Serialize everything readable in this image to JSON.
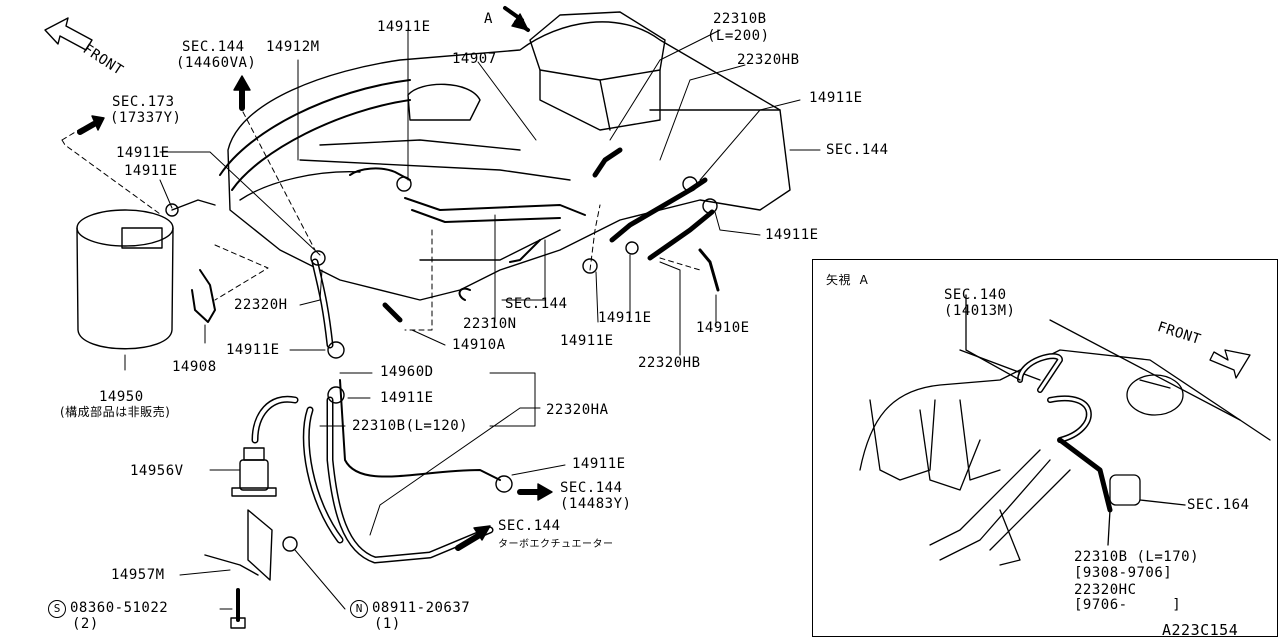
{
  "labels": {
    "front_main": "FRONT",
    "sec173": "SEC.173",
    "p17337y": "(17337Y)",
    "sec144_top": "SEC.144",
    "p14460va": "(14460VA)",
    "p14912m": "14912M",
    "p14911e_top": "14911E",
    "p14907": "14907",
    "a_arrow": "A",
    "p22310b_top": "22310B",
    "l200": "(L=200)",
    "p22320hb_top": "22320HB",
    "p14911e_r1": "14911E",
    "sec144_right": "SEC.144",
    "p14911e_r2": "14911E",
    "p14911e_left1": "14911E",
    "p14911e_left2": "14911E",
    "p22320h": "22320H",
    "p14908": "14908",
    "p14950": "14950",
    "note_14950": "(構成部品は非販売)",
    "sec144_mid": "SEC.144",
    "p22310n": "22310N",
    "p14910a": "14910A",
    "p14911e_mid1": "14911E",
    "p14911e_mid2": "14911E",
    "p14910e": "14910E",
    "p22320hb_mid": "22320HB",
    "p14911e_low": "14911E",
    "p14960d": "14960D",
    "p14911e_low2": "14911E",
    "p22310b_120": "22310B(L=120)",
    "p22320ha": "22320HA",
    "p14956v": "14956V",
    "p14911e_low3": "14911E",
    "sec144_14483y": "SEC.144",
    "p14483y": "(14483Y)",
    "sec144_turbo": "SEC.144",
    "turbo_note": "ターボエクチュエーター",
    "p14957m": "14957M",
    "bolt_s": "S",
    "bolt_num": "08360-51022",
    "bolt_qty": "(2)",
    "nut_n": "N",
    "nut_num": "08911-20637",
    "nut_qty": "(1)",
    "inset_view": "矢視  A",
    "inset_sec140": "SEC.140",
    "inset_14013m": "(14013M)",
    "inset_front": "FRONT",
    "inset_sec164": "SEC.164",
    "inset_22310b": "22310B (L=170)",
    "inset_range1": "[9308-9706]",
    "inset_22320hc": "22320HC",
    "inset_range2": "[9706-     ]",
    "diagram_code": "A223C154"
  }
}
